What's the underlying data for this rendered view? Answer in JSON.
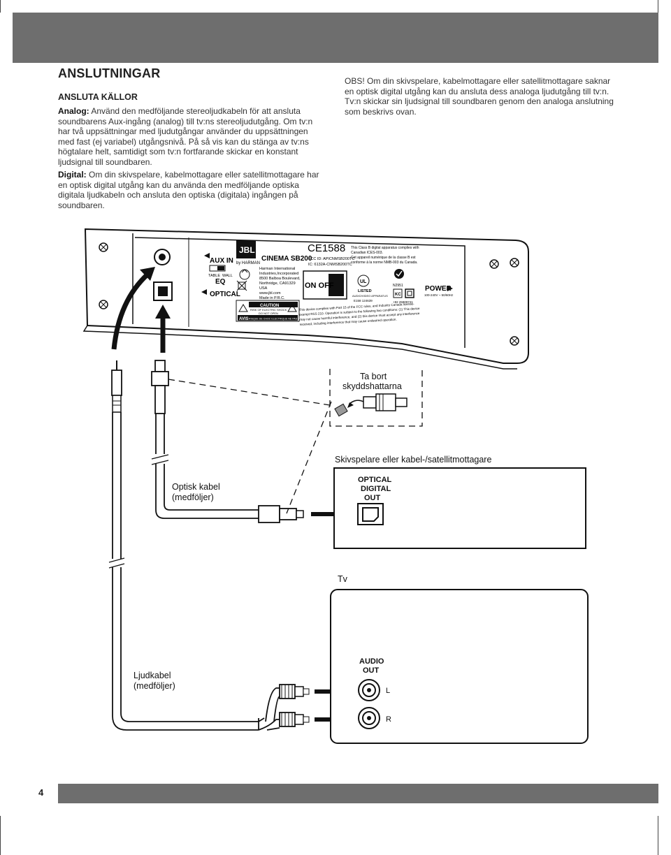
{
  "page": {
    "heading": "ANSLUTNINGAR",
    "subheading": "ANSLUTA KÄLLOR",
    "analog_label": "Analog:",
    "analog_text": " Använd den medföljande stereoljudkabeln för att ansluta soundbarens Aux-ingång (analog) till tv:ns stereoljudutgång. Om tv:n har två uppsättningar med ljudutgångar använder du uppsättningen med fast (ej variabel) utgångsnivå. På så vis kan du stänga av tv:ns högtalare helt, samtidigt som tv:n fortfarande skickar en konstant ljudsignal till soundbaren.",
    "digital_label": "Digital:",
    "digital_text": " Om din skivspelare, kabelmottagare eller satellitmottagare har en optisk digital utgång kan du använda den medföljande optiska digitala ljudkabeln och ansluta den optiska (digitala) ingången på soundbaren.",
    "obs_text": "OBS! Om din skivspelare, kabelmottagare eller satellitmottagare saknar en optisk digital utgång kan du ansluta dess analoga ljudutgång till tv:n. Tv:n skickar sin ljudsignal till soundbaren genom den analoga anslutning som beskrivs ovan.",
    "page_number": "4"
  },
  "diagram": {
    "remove_caps_line1": "Ta bort",
    "remove_caps_line2": "skyddshattarna",
    "player_title": "Skivspelare eller kabel-/satellitmottagare",
    "optical_out_line1": "OPTICAL",
    "optical_out_line2": "DIGITAL",
    "optical_out_line3": "OUT",
    "tv_title": "Tv",
    "audio_out_line1": "AUDIO",
    "audio_out_line2": "OUT",
    "port_l": "L",
    "port_r": "R",
    "optical_cable_line1": "Optisk kabel",
    "optical_cable_line2": "(medföljer)",
    "audio_cable_line1": "Ljudkabel",
    "audio_cable_line2": "(medföljer)",
    "soundbar": {
      "aux_in": "AUX IN",
      "table": "TABLE",
      "wall": "WALL",
      "eq": "EQ",
      "optical": "OPTICAL",
      "brand": "JBL",
      "by_harman": "by HARMAN",
      "model": "CINEMA SB200",
      "ce_mark": "CE1588",
      "fcc_id": "FCC ID: APICNMSB200TC",
      "ic_id": "IC: 6132A-CNMSB200TC",
      "address": [
        "Harman International",
        "Industries,Incorporated",
        "8500 Balboa Boulevard,",
        "Northridge, CA91329",
        "USA",
        "www.jbl.com",
        "Made in P.R.C."
      ],
      "canada_text": [
        "This Class B digital apparatus complies with",
        "Canadian ICES-003.",
        "Cet appareil numérique de la classe B est",
        "conforme à la norme NMB-003 du Canada."
      ],
      "on_off": "ON OFF",
      "caution": "CAUTION",
      "caution_sub1": "RISK OF ELECTRIC SHOCK",
      "caution_sub2": "DO NOT OPEN",
      "avis": "AVIS",
      "avis_sub": "RISQUE DE CHOC ELECTRIQUE NE PAS OUVRIR",
      "listed": "LISTED",
      "audio_video": "AUDIO/VIDEO APPARATUS",
      "listing_no": "E158 124639",
      "n_code": "N2951",
      "r_code": "+82 25909741",
      "power": "POWER",
      "power_spec": "100-240V ~ 50/60Hz",
      "fcc_text": [
        "This device complies with Part 15 of the FCC rules, and Industry  Canada license-",
        "exempt RSS 210. Operation is subject to the following two conditions: (1) This device",
        "may not cause harmful interference, and (2) this device must accept any interference",
        "received, including interference that may cause undesired operation."
      ]
    }
  }
}
